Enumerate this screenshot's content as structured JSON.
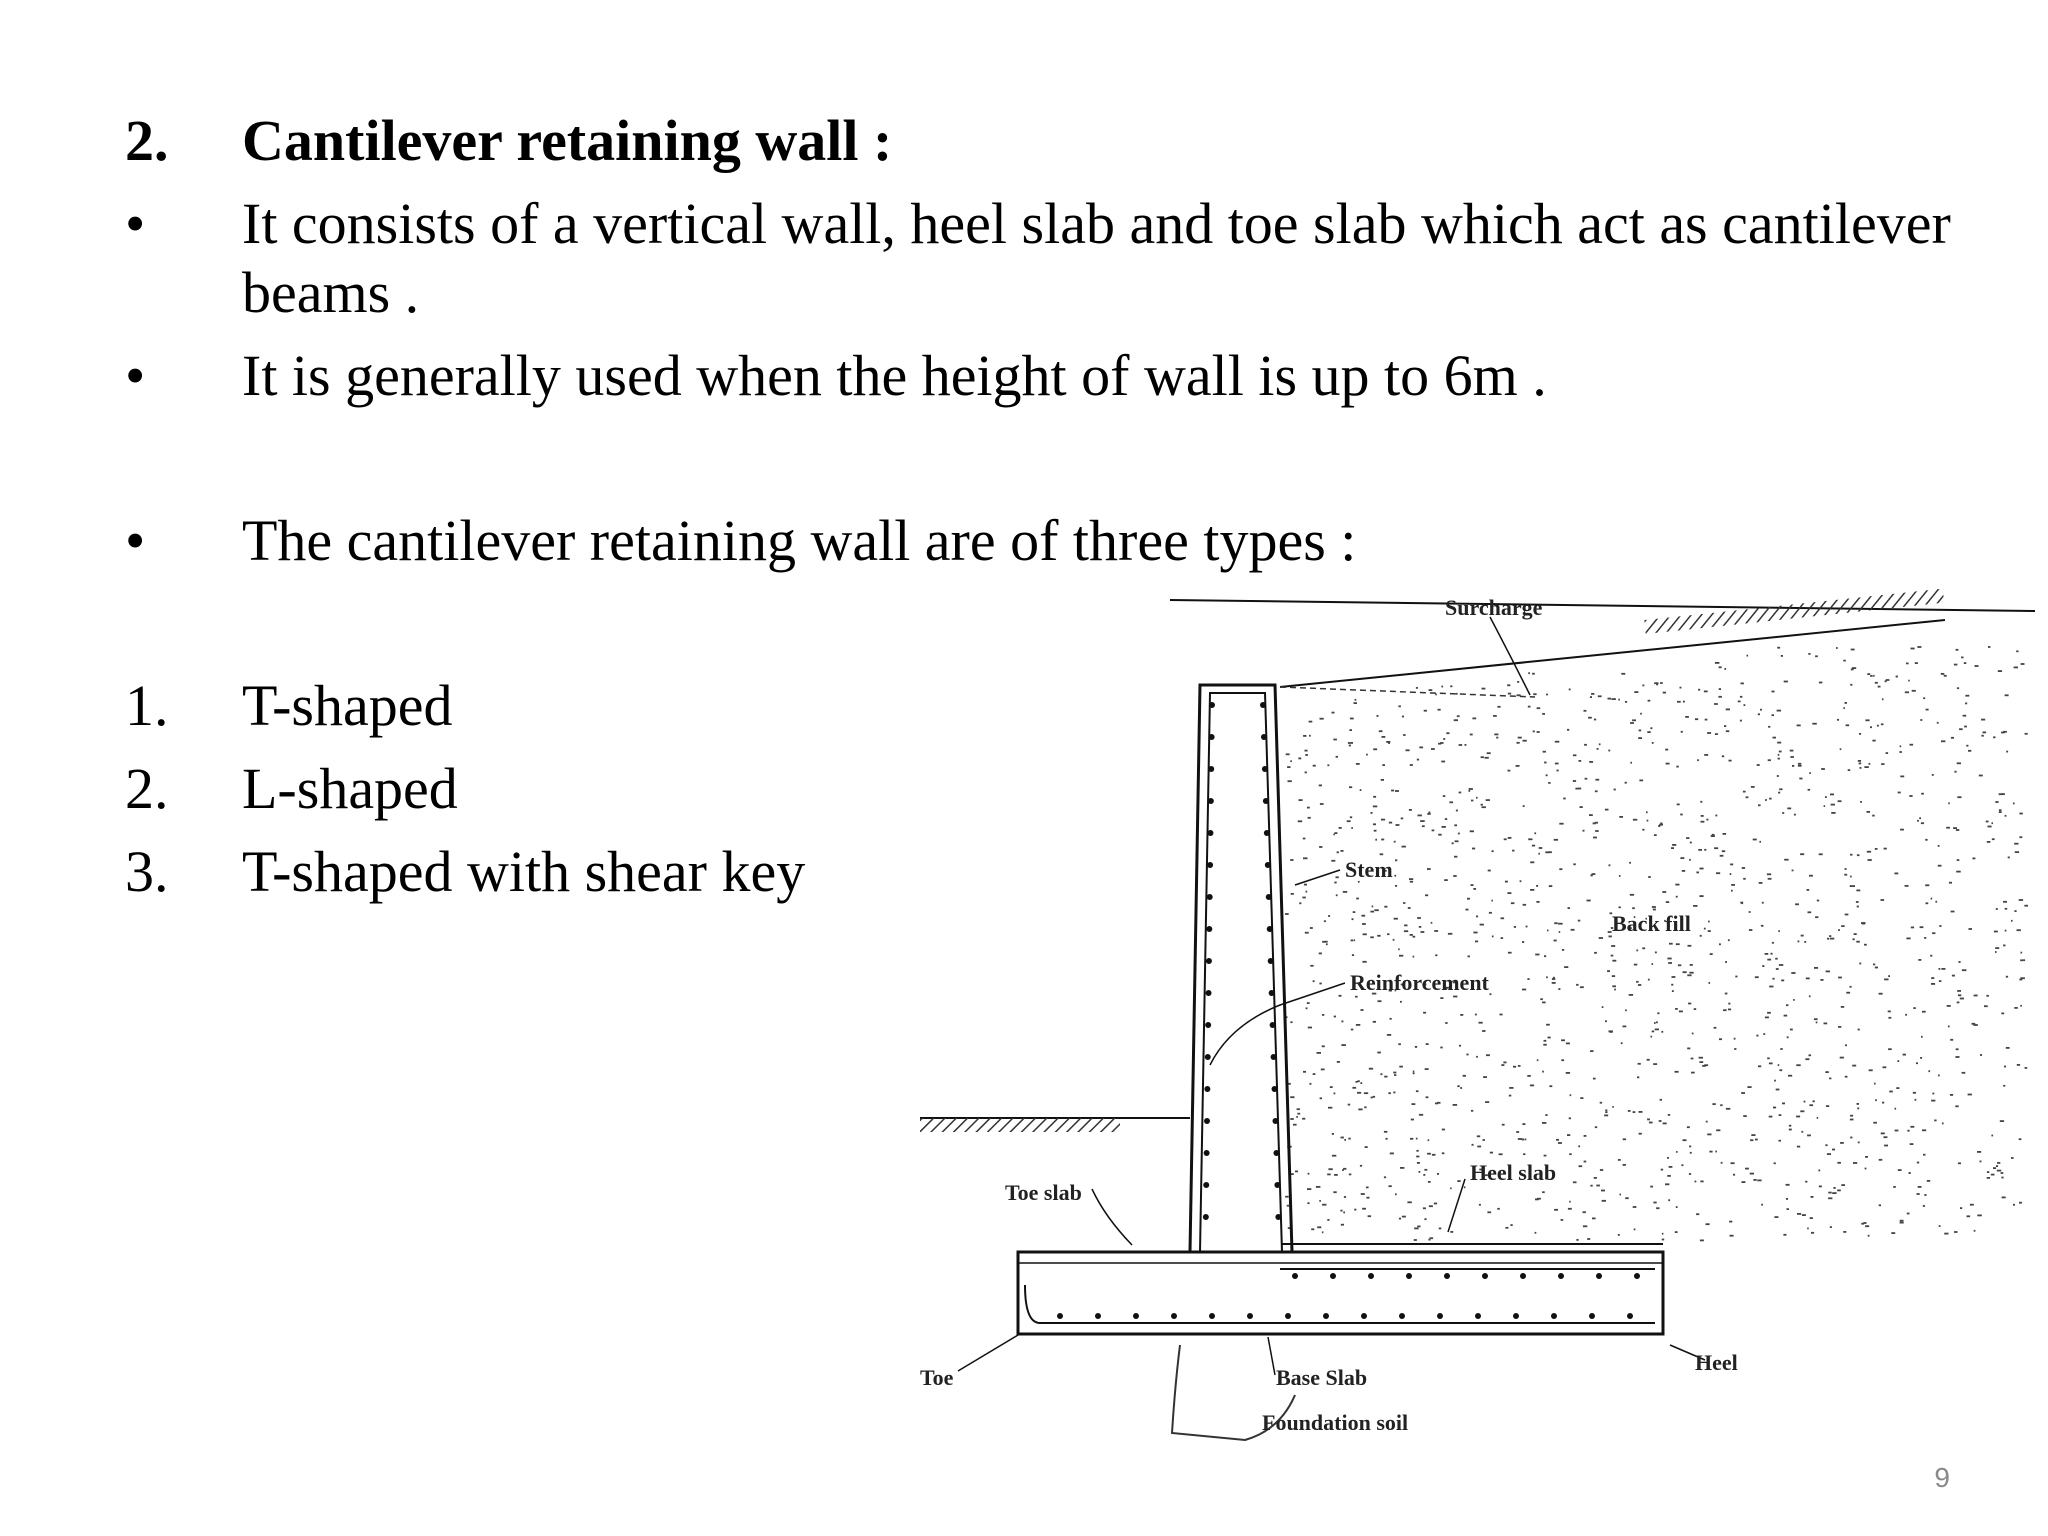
{
  "heading": {
    "number": "2.",
    "text": "Cantilever retaining wall :"
  },
  "bullets": [
    {
      "marker": "•",
      "lines": [
        "It consists of a vertical wall, heel slab and toe slab which  act as cantilever",
        "beams ."
      ]
    },
    {
      "marker": "•",
      "lines": [
        "It is generally used when the height of wall is up to 6m ."
      ]
    },
    {
      "marker": "•",
      "lines": [
        "The cantilever retaining  wall are of three types :"
      ]
    }
  ],
  "types": [
    {
      "number": "1.",
      "label": "T-shaped"
    },
    {
      "number": "2.",
      "label": "L-shaped"
    },
    {
      "number": "3.",
      "label": "T-shaped with shear key"
    }
  ],
  "diagram_labels": {
    "surcharge": "Surcharge",
    "stem": "Stem",
    "back_fill": "Back fill",
    "reinforcement": "Reinforcement",
    "toe_slab": "Toe slab",
    "heel_slab": "Heel slab",
    "toe": "Toe",
    "heel": "Heel",
    "base_slab": "Base Slab",
    "foundation_soil": "Foundation soil"
  },
  "page_number": "9"
}
